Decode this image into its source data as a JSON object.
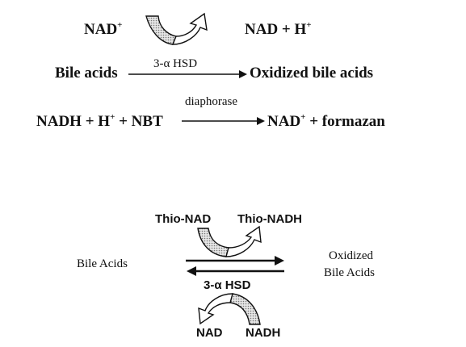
{
  "reaction1": {
    "cofactor_in": "NAD",
    "cofactor_in_sup": "+",
    "cofactor_out": "NAD + H",
    "cofactor_out_sup": "+",
    "substrate": "Bile acids",
    "enzyme": "3-α HSD",
    "product": "Oxidized bile acids"
  },
  "reaction2": {
    "reactants_a": "NADH + H",
    "reactants_a_sup": "+",
    "reactants_b": " + NBT",
    "enzyme": "diaphorase",
    "product_a": "NAD",
    "product_a_sup": "+",
    "product_b": " + formazan"
  },
  "reaction3": {
    "cofactor_top_in": "Thio-NAD",
    "cofactor_top_out": "Thio-NADH",
    "substrate": "Bile Acids",
    "enzyme": "3-α HSD",
    "product_line1": "Oxidized",
    "product_line2": "Bile Acids",
    "cofactor_bottom_out": "NAD",
    "cofactor_bottom_in": "NADH"
  },
  "colors": {
    "ink": "#111111",
    "curved_arrow_fill": "#bdbdbd"
  }
}
